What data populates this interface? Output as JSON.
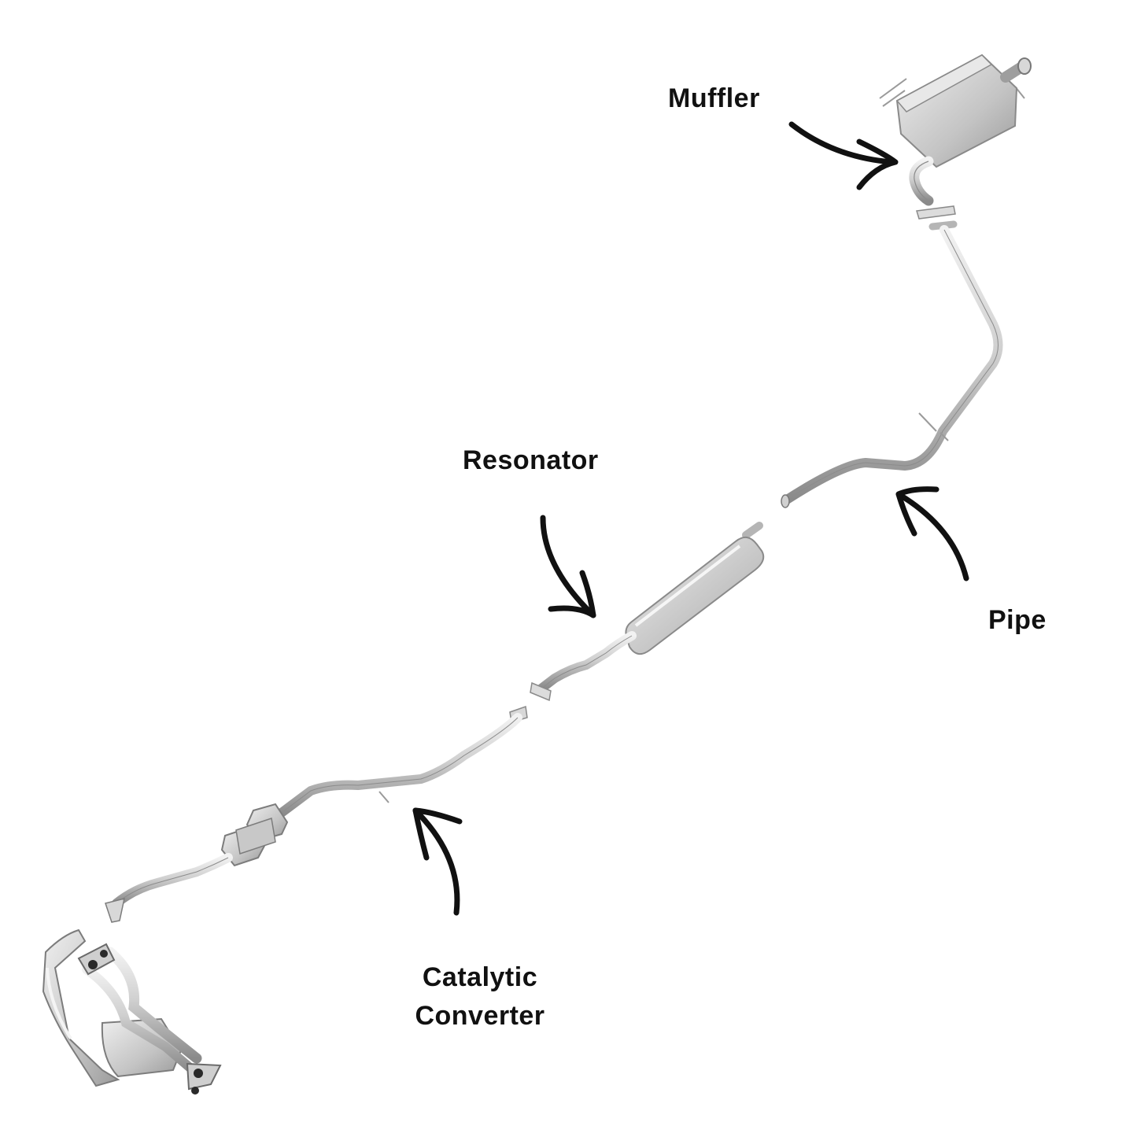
{
  "labels": {
    "muffler": "Muffler",
    "resonator": "Resonator",
    "pipe": "Pipe",
    "catalytic_line1": "Catalytic",
    "catalytic_line2": "Converter"
  },
  "colors": {
    "metal_light": "#e3e3e3",
    "metal_mid": "#bdbdbd",
    "metal_dark": "#7c7c7c",
    "arrow": "#111111",
    "text": "#111111"
  },
  "icons": [
    "muffler-icon",
    "resonator-icon",
    "catalytic-converter-icon",
    "exhaust-manifold-icon",
    "arrow-icon"
  ]
}
